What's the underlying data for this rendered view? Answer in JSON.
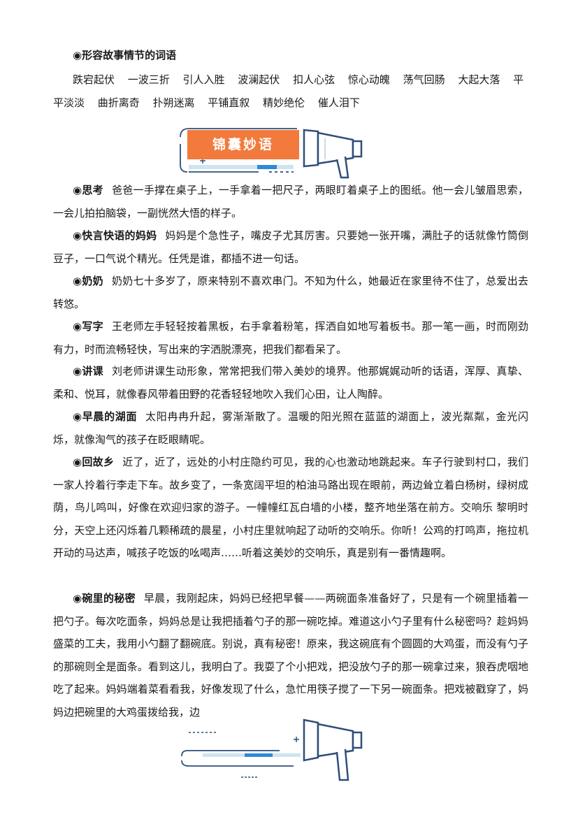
{
  "section_heading": "◉形容故事情节的词语",
  "idioms_text": "跌宕起伏 一波三折 引人入胜 波澜起伏 扣人心弦 惊心动魄 荡气回肠 大起大落 平平淡淡 曲折离奇 扑朔迷离 平铺直叙 精妙绝伦 催人泪下",
  "banner": {
    "title": "锦囊妙语"
  },
  "paragraphs": [
    {
      "label": "◉思考",
      "text": "爸爸一手撑在桌子上，一手拿着一把尺子，两眼盯着桌子上的图纸。他一会儿皱眉思索，一会儿拍拍脑袋，一副恍然大悟的样子。"
    },
    {
      "label": "◉快言快语的妈妈",
      "text": "妈妈是个急性子，嘴皮子尤其厉害。只要她一张开嘴，满肚子的话就像竹筒倒豆子，一口气说个精光。任凭是谁，都插不进一句话。"
    },
    {
      "label": "◉奶奶",
      "text": "奶奶七十多岁了，原来特别不喜欢串门。不知为什么，她最近在家里待不住了，总爱出去转悠。"
    },
    {
      "label": "◉写字",
      "text": "王老师左手轻轻按着黑板，右手拿着粉笔，挥洒自如地写着板书。那一笔一画，时而刚劲有力，时而流畅轻快，写出来的字洒脱漂亮，把我们都看呆了。"
    },
    {
      "label": "◉讲课",
      "text": "刘老师讲课生动形象，常常把我们带入美妙的境界。他那娓娓动听的话语，浑厚、真挚、柔和、悦耳，就像春风带着田野的花香轻轻地吹入我们心田，让人陶醉。"
    },
    {
      "label": "◉早晨的湖面",
      "text": "太阳冉冉升起，雾渐渐散了。温暖的阳光照在蓝蓝的湖面上，波光粼粼，金光闪烁，就像淘气的孩子在眨眼睛呢。"
    },
    {
      "label": "◉回故乡",
      "text": "近了，近了，远处的小村庄隐约可见，我的心也激动地跳起来。车子行驶到村口，我们一家人拎着行李走下车。故乡变了，一条宽阔平坦的柏油马路出现在眼前，两边耸立着白杨树，绿树成荫，鸟儿鸣叫，好像在欢迎归家的游子。一幢幢红瓦白墙的小楼，整齐地坐落在前方。交响乐 黎明时分，天空上还闪烁着几颗稀疏的晨星，小村庄里就响起了动听的交响乐。你听！公鸡的打鸣声，拖拉机开动的马达声，喊孩子吃饭的吆喝声……听着这美妙的交响乐，真是别有一番情趣啊。"
    },
    {
      "label": "◉碗里的秘密",
      "text": "早晨，我刚起床，妈妈已经把早餐——两碗面条准备好了，只是有一个碗里插着一把勺子。每次吃面条，妈妈总是让我把插着勺子的那一碗吃掉。难道这小勺子里有什么秘密吗？趁妈妈盛菜的工夫，我用小勺翻了翻碗底。别说，真有秘密！原来，我这碗底有个圆圆的大鸡蛋，而没有勺子的那碗则全是面条。看到这儿，我明白了。我耍了个小把戏，把没放勺子的那一碗拿过来，狼吞虎咽地吃了起来。妈妈端着菜看看我，好像发现了什么，急忙用筷子搅了一下另一碗面条。把戏被戳穿了，妈妈边把碗里的大鸡蛋拨给我，边"
    }
  ]
}
